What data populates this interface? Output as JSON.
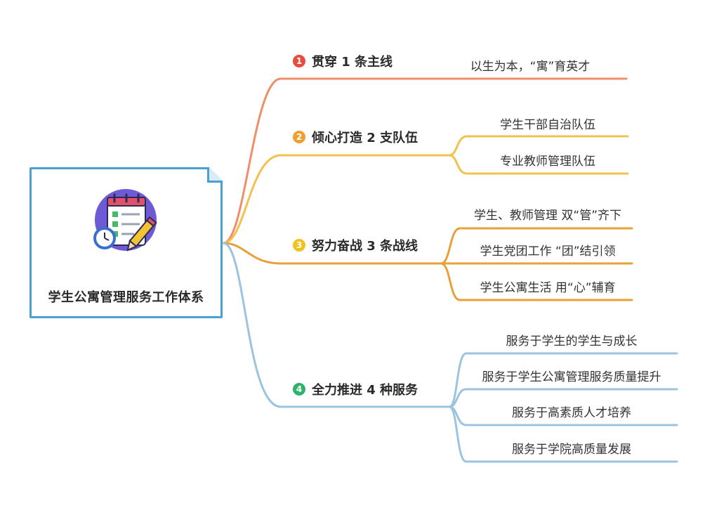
{
  "root": {
    "title": "学生公寓管理服务工作体系",
    "icon": "calendar-checklist-icon"
  },
  "branches": [
    {
      "num": "1",
      "label": "贯穿 1 条主线",
      "color": "#f08e6b",
      "badge": "#e84c3d",
      "leaves": [
        "以生为本，“寓”育英才"
      ]
    },
    {
      "num": "2",
      "label": "倾心打造 2 支队伍",
      "color": "#f2c14e",
      "badge": "#f0a030",
      "leaves": [
        "学生干部自治队伍",
        "专业教师管理队伍"
      ]
    },
    {
      "num": "3",
      "label": "努力奋战 3 条战线",
      "color": "#e8a13a",
      "badge": "#f2c21c",
      "leaves": [
        "学生、教师管理  双“管”齐下",
        "学生党团工作  “团”结引领",
        "学生公寓生活  用“心”辅育"
      ]
    },
    {
      "num": "4",
      "label": "全力推进 4 种服务",
      "color": "#9cc3e0",
      "badge": "#2fb36b",
      "leaves": [
        "服务于学生的学生与成长",
        "服务于学生公寓管理服务质量提升",
        "服务于高素质人才培养",
        "服务于学院高质量发展"
      ]
    }
  ]
}
